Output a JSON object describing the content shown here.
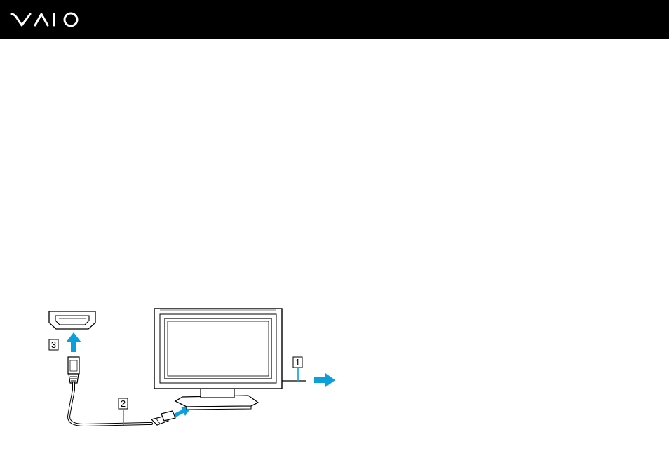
{
  "header": {
    "logo_text": "VAIO",
    "background": "#000000",
    "logo_color": "#ffffff"
  },
  "illustration": {
    "accent_color": "#0aa0dc",
    "callouts": [
      {
        "number": "1"
      },
      {
        "number": "2"
      },
      {
        "number": "3"
      }
    ]
  }
}
